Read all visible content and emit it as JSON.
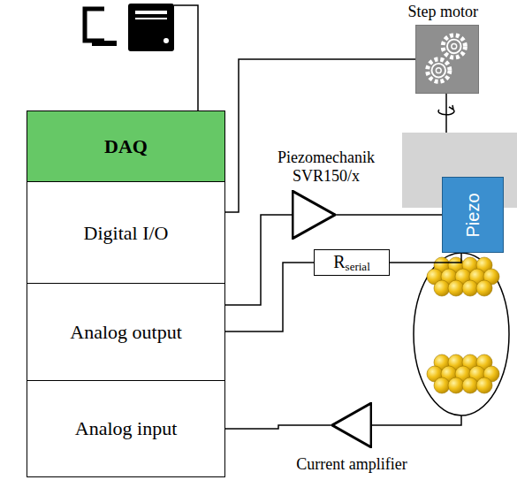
{
  "diagram": {
    "nodes": [
      {
        "text": [
          "DAQ"
        ]
      },
      {
        "text": [
          "Digital I/O"
        ]
      },
      {
        "text": [
          "Analog output"
        ]
      },
      {
        "text": [
          "Analog input"
        ]
      },
      {
        "text": [
          "Step motor"
        ]
      },
      {
        "text": [
          "Piezomechanik SVR150/x"
        ]
      },
      {
        "text": [
          "R",
          "serial"
        ]
      },
      {
        "text": [
          "Piezo"
        ]
      },
      {
        "text": [
          "Current amplifier"
        ]
      }
    ],
    "edges": [
      {
        "from": 1,
        "to": 4,
        "arrow": "none"
      },
      {
        "from": 2,
        "to": 5,
        "arrow": "none"
      },
      {
        "from": 5,
        "to": 7,
        "arrow": "none"
      },
      {
        "from": 2,
        "to": 6,
        "arrow": "none"
      },
      {
        "from": 8,
        "to": 3,
        "arrow": "none"
      }
    ]
  }
}
